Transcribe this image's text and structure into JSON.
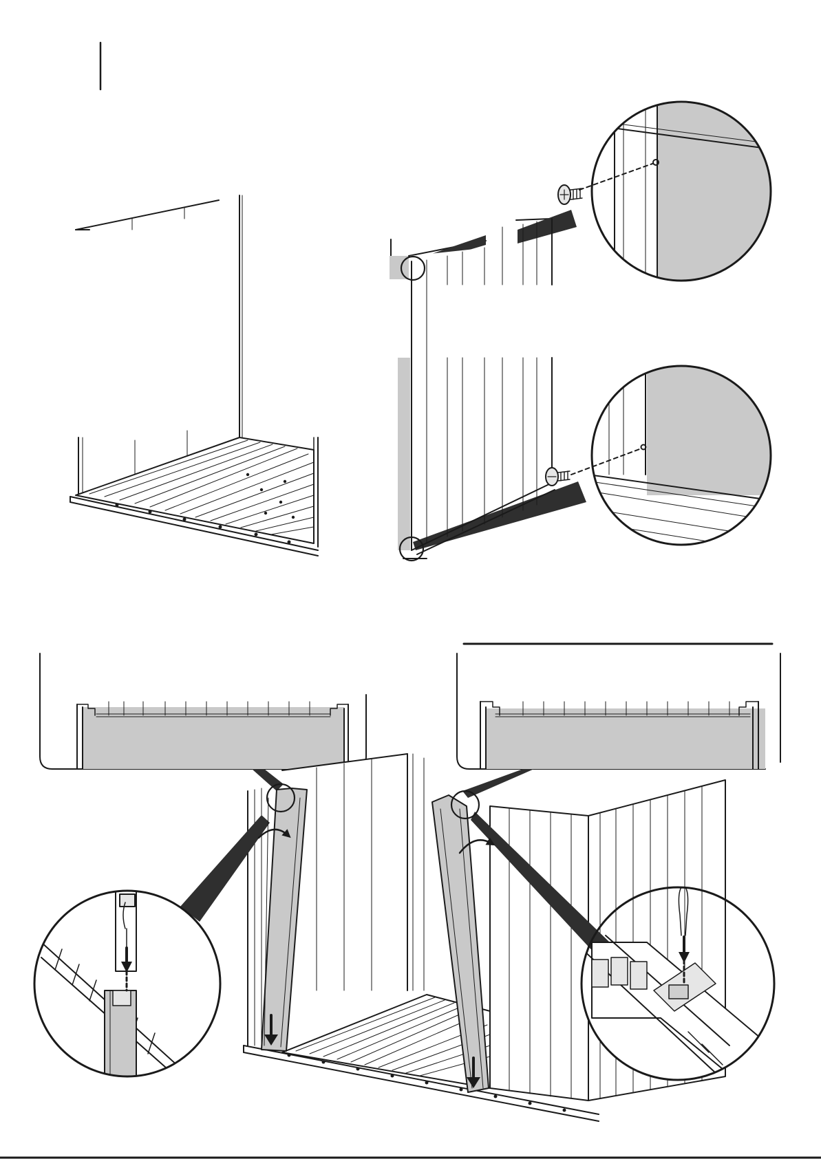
{
  "page": {
    "kind": "assembly-instruction-sheet",
    "printed_text": []
  },
  "colors": {
    "background": "#ffffff",
    "line": "#1a1a1a",
    "panel_gray": "#c9c9c9",
    "light_gray": "#e6e6e6",
    "shadow_gray": "#3a3a3a"
  },
  "illustrations": [
    {
      "name": "step-empty-base-back-wall",
      "icon": "shed-base-illustration"
    },
    {
      "name": "step-side-panel-screw",
      "icon": "screw-icon",
      "callouts": [
        "top-screw-magnifier",
        "bottom-screw-magnifier"
      ]
    },
    {
      "name": "step-front-panels-insert",
      "icon": "arrow-down-icon",
      "callouts": [
        "top-left-detail",
        "top-right-detail",
        "left-pin-magnifier",
        "right-pin-magnifier"
      ]
    }
  ]
}
